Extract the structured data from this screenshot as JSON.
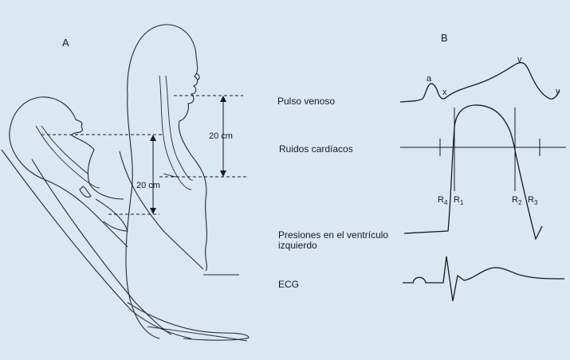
{
  "panel_a": {
    "label": "A",
    "upper_measure": "20 cm",
    "lower_measure": "20 cm"
  },
  "panel_b": {
    "label": "B",
    "rows": {
      "venous_pulse": "Pulso venoso",
      "heart_sounds": "Ruidos cardíacos",
      "lv_pressure_line1": "Presiones en el ventrículo",
      "lv_pressure_line2": "izquierdo",
      "ecg": "ECG"
    },
    "wave_labels": {
      "a": "a",
      "x": "x",
      "v": "v",
      "y": "y"
    },
    "sounds": {
      "r4": {
        "letter": "R",
        "sub": "4"
      },
      "r1": {
        "letter": "R",
        "sub": "1"
      },
      "r2": {
        "letter": "R",
        "sub": "2"
      },
      "r3": {
        "letter": "R",
        "sub": "3"
      }
    }
  }
}
